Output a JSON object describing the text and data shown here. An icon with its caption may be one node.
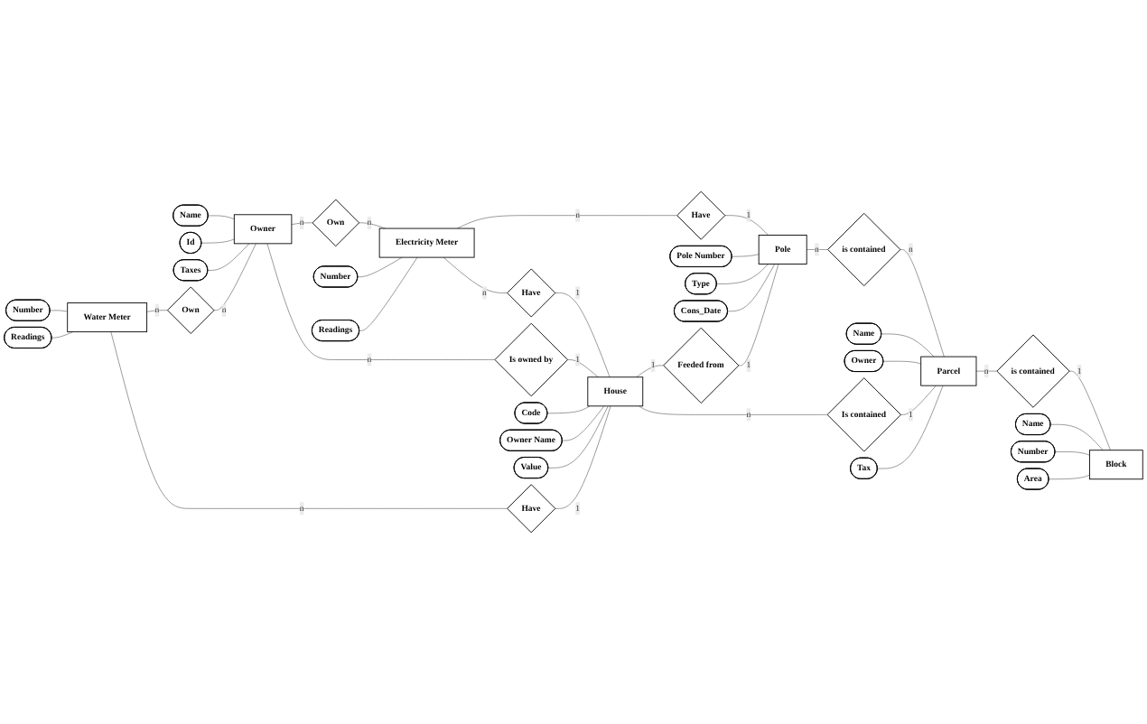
{
  "diagram": {
    "nodes": [
      {
        "text": [
          "Number"
        ]
      },
      {
        "text": [
          "Readings"
        ]
      },
      {
        "text": [
          "Name"
        ]
      },
      {
        "text": [
          "Id"
        ]
      },
      {
        "text": [
          "Taxes"
        ]
      },
      {
        "text": [
          "Own"
        ]
      },
      {
        "text": [
          "Electricity Meter"
        ]
      },
      {
        "text": [
          "Number"
        ]
      },
      {
        "text": [
          "Readings"
        ]
      },
      {
        "text": [
          "Water Meter"
        ]
      },
      {
        "text": [
          "Own"
        ]
      },
      {
        "text": [
          "Owner"
        ]
      },
      {
        "text": [
          "Have"
        ]
      },
      {
        "text": [
          "Have"
        ]
      },
      {
        "text": [
          "Pole"
        ]
      },
      {
        "text": [
          "Pole Number"
        ]
      },
      {
        "text": [
          "Type"
        ]
      },
      {
        "text": [
          "Cons_Date"
        ]
      },
      {
        "text": [
          "Have"
        ]
      },
      {
        "text": [
          "Is owned by"
        ]
      },
      {
        "text": [
          "Feeded from"
        ]
      },
      {
        "text": [
          "is contained"
        ]
      },
      {
        "text": [
          "Name"
        ]
      },
      {
        "text": [
          "Parcel"
        ]
      },
      {
        "text": [
          "Owner"
        ]
      },
      {
        "text": [
          "House"
        ]
      },
      {
        "text": [
          "Is contained"
        ]
      },
      {
        "text": [
          "Tax"
        ]
      },
      {
        "text": [
          "is contained"
        ]
      },
      {
        "text": [
          "Code"
        ]
      },
      {
        "text": [
          "Name"
        ]
      },
      {
        "text": [
          "Owner Name"
        ]
      },
      {
        "text": [
          "Number"
        ]
      },
      {
        "text": [
          "Block"
        ]
      },
      {
        "text": [
          "Value"
        ]
      },
      {
        "text": [
          "Area"
        ]
      }
    ],
    "edges": [
      {
        "from": 0,
        "to": 9,
        "arrow": "none"
      },
      {
        "from": 1,
        "to": 9,
        "arrow": "none"
      },
      {
        "from": 2,
        "to": 11,
        "arrow": "none"
      },
      {
        "from": 3,
        "to": 11,
        "arrow": "none"
      },
      {
        "from": 4,
        "to": 11,
        "arrow": "none"
      },
      {
        "from": 7,
        "to": 6,
        "arrow": "none"
      },
      {
        "from": 8,
        "to": 6,
        "arrow": "none"
      },
      {
        "from": 9,
        "to": 10,
        "arrow": "none",
        "label": "n"
      },
      {
        "from": 10,
        "to": 11,
        "arrow": "none",
        "label": "n"
      },
      {
        "from": 11,
        "to": 5,
        "arrow": "none",
        "label": "n"
      },
      {
        "from": 5,
        "to": 6,
        "arrow": "none",
        "label": "n"
      },
      {
        "from": 6,
        "to": 13,
        "arrow": "none",
        "label": "n"
      },
      {
        "from": 13,
        "to": 14,
        "arrow": "none",
        "label": "1"
      },
      {
        "from": 6,
        "to": 12,
        "arrow": "none",
        "label": "n"
      },
      {
        "from": 12,
        "to": 25,
        "arrow": "none",
        "label": "1"
      },
      {
        "from": 9,
        "to": 18,
        "arrow": "none",
        "label": "n"
      },
      {
        "from": 18,
        "to": 25,
        "arrow": "none",
        "label": "1"
      },
      {
        "from": 11,
        "to": 19,
        "arrow": "none",
        "label": "n"
      },
      {
        "from": 19,
        "to": 25,
        "arrow": "none",
        "label": "1"
      },
      {
        "from": 25,
        "to": 20,
        "arrow": "none",
        "label": "1"
      },
      {
        "from": 20,
        "to": 14,
        "arrow": "none",
        "label": "1"
      },
      {
        "from": 14,
        "to": 21,
        "arrow": "none",
        "label": "n"
      },
      {
        "from": 21,
        "to": 23,
        "arrow": "none",
        "label": "n"
      },
      {
        "from": 25,
        "to": 26,
        "arrow": "none",
        "label": "n"
      },
      {
        "from": 26,
        "to": 23,
        "arrow": "none",
        "label": "1"
      },
      {
        "from": 23,
        "to": 28,
        "arrow": "none",
        "label": "n"
      },
      {
        "from": 28,
        "to": 33,
        "arrow": "none",
        "label": "1"
      },
      {
        "from": 15,
        "to": 14,
        "arrow": "none"
      },
      {
        "from": 16,
        "to": 14,
        "arrow": "none"
      },
      {
        "from": 17,
        "to": 14,
        "arrow": "none"
      },
      {
        "from": 22,
        "to": 23,
        "arrow": "none"
      },
      {
        "from": 24,
        "to": 23,
        "arrow": "none"
      },
      {
        "from": 27,
        "to": 23,
        "arrow": "none"
      },
      {
        "from": 29,
        "to": 25,
        "arrow": "none"
      },
      {
        "from": 31,
        "to": 25,
        "arrow": "none"
      },
      {
        "from": 34,
        "to": 25,
        "arrow": "none"
      },
      {
        "from": 30,
        "to": 33,
        "arrow": "none"
      },
      {
        "from": 32,
        "to": 33,
        "arrow": "none"
      },
      {
        "from": 35,
        "to": 33,
        "arrow": "none"
      }
    ]
  }
}
